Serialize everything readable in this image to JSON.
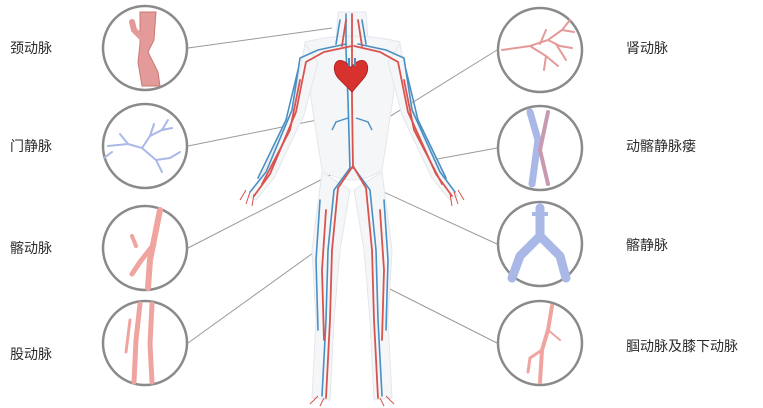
{
  "colors": {
    "artery": "#d9534f",
    "artery_light": "#f0a4a0",
    "vein": "#4a8fc4",
    "vein_light": "#a9b8e6",
    "ring": "#8a8a8a",
    "leader": "#9a9a9a",
    "body_fill": "#f4f6f8",
    "heart": "#d8322e"
  },
  "left_labels": [
    {
      "text": "颈动脉",
      "icon": "carotid-artery-icon"
    },
    {
      "text": "门静脉",
      "icon": "portal-vein-icon"
    },
    {
      "text": "髂动脉",
      "icon": "iliac-artery-icon"
    },
    {
      "text": "股动脉",
      "icon": "femoral-artery-icon"
    }
  ],
  "right_labels": [
    {
      "text": "肾动脉",
      "icon": "renal-artery-icon"
    },
    {
      "text": "动髂静脉瘘",
      "icon": "arteriovenous-fistula-icon"
    },
    {
      "text": "髂静脉",
      "icon": "iliac-vein-icon"
    },
    {
      "text": "腘动脉及膝下动脉",
      "icon": "popliteal-artery-icon"
    }
  ]
}
